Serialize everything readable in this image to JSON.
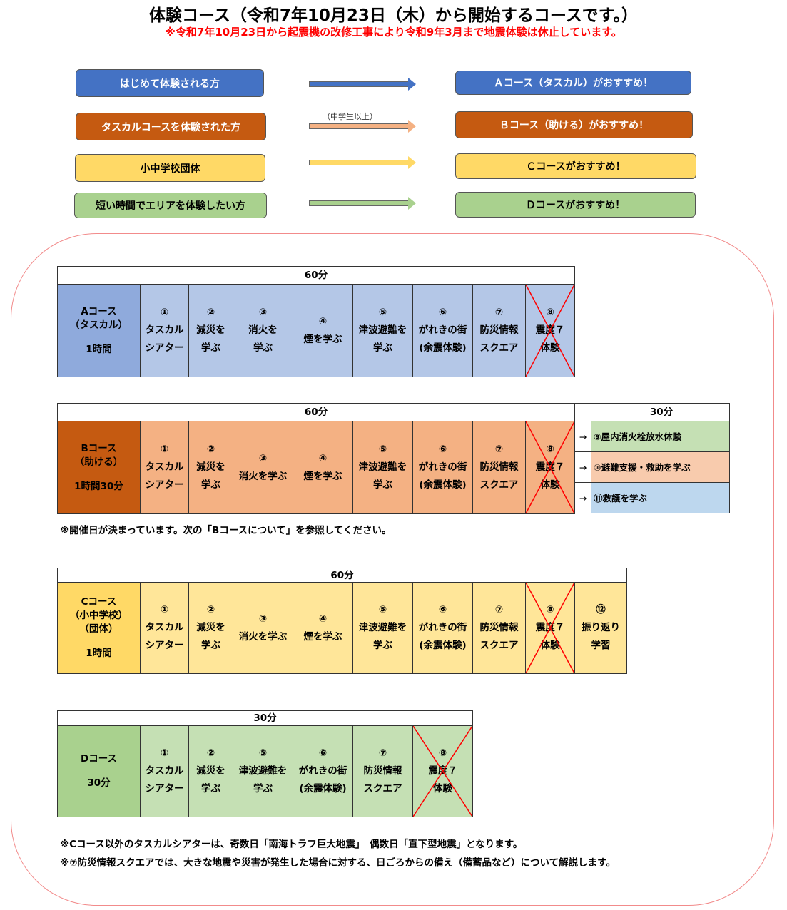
{
  "title": "体験コース（令和7年10月23日（木）から開始するコースです。）",
  "notice": "※令和7年10月23日から起震機の改修工事により令和9年3月まで地震体験は休止しています。",
  "flow": [
    {
      "from": "はじめて体験される方",
      "to": "Ａコース（タスカル）がおすすめ！",
      "note": "",
      "color": "#4472c4",
      "arrow": "#4472c4",
      "text": "#ffffff"
    },
    {
      "from": "タスカルコースを体験された方",
      "to": "Ｂコース（助ける）がおすすめ！",
      "note": "（中学生以上）",
      "color": "#c55a11",
      "arrow": "#f4b183",
      "text": "#ffffff"
    },
    {
      "from": "小中学校団体",
      "to": "Ｃコースがおすすめ！",
      "note": "",
      "color": "#ffd966",
      "arrow": "#ffd966",
      "text": "#000000"
    },
    {
      "from": "短い時間でエリアを体験したい方",
      "to": "Ｄコースがおすすめ！",
      "note": "",
      "color": "#a9d18e",
      "arrow": "#a9d18e",
      "text": "#000000"
    }
  ],
  "courses": [
    {
      "id": "a",
      "duration": "60分",
      "name": [
        "Aコース",
        "（タスカル）",
        "",
        "1時間"
      ],
      "head_color": "#8faadc",
      "cell_color": "#b4c7e7",
      "items": [
        [
          "①",
          "タスカル",
          "シアター"
        ],
        [
          "②",
          "減災を",
          "学ぶ"
        ],
        [
          "③",
          "消火を",
          "学ぶ"
        ],
        [
          "④",
          "煙を学ぶ"
        ],
        [
          "⑤",
          "津波避難を",
          "学ぶ"
        ],
        [
          "⑥",
          "がれきの街",
          "(余震体験)"
        ],
        [
          "⑦",
          "防災情報",
          "スクエア"
        ],
        [
          "⑧",
          "震度７",
          "体験"
        ]
      ],
      "crossed": [
        7
      ]
    },
    {
      "id": "b",
      "duration": "60分",
      "name": [
        "Bコース",
        "（助ける）",
        "",
        "1時間30分"
      ],
      "head_color": "#c55a11",
      "cell_color": "#f4b183",
      "items": [
        [
          "①",
          "タスカル",
          "シアター"
        ],
        [
          "②",
          "減災を",
          "学ぶ"
        ],
        [
          "③",
          "消火を学ぶ"
        ],
        [
          "④",
          "煙を学ぶ"
        ],
        [
          "⑤",
          "津波避難を",
          "学ぶ"
        ],
        [
          "⑥",
          "がれきの街",
          "(余震体験)"
        ],
        [
          "⑦",
          "防災情報",
          "スクエア"
        ],
        [
          "⑧",
          "震度７",
          "体験"
        ]
      ],
      "crossed": [
        7
      ],
      "extra": {
        "duration": "30分",
        "arrow": "→",
        "items": [
          {
            "label": "⑨屋内消火栓放水体験",
            "color": "#c5e0b4"
          },
          {
            "label": "⑩避難支援・救助を学ぶ",
            "color": "#f8cbad"
          },
          {
            "label": "⑪救護を学ぶ",
            "color": "#bdd7ee"
          }
        ]
      },
      "note": "※開催日が決まっています。次の「Bコースについて」を参照してください。"
    },
    {
      "id": "c",
      "duration": "60分",
      "name": [
        "Cコース",
        "（小中学校）",
        "（団体）",
        "",
        "1時間"
      ],
      "head_color": "#ffd966",
      "cell_color": "#ffe699",
      "items": [
        [
          "①",
          "タスカル",
          "シアター"
        ],
        [
          "②",
          "減災を",
          "学ぶ"
        ],
        [
          "③",
          "消火を学ぶ"
        ],
        [
          "④",
          "煙を学ぶ"
        ],
        [
          "⑤",
          "津波避難を",
          "学ぶ"
        ],
        [
          "⑥",
          "がれきの街",
          "(余震体験)"
        ],
        [
          "⑦",
          "防災情報",
          "スクエア"
        ],
        [
          "⑧",
          "震度７",
          "体験"
        ],
        [
          "⑫",
          "振り返り",
          "学習"
        ]
      ],
      "crossed": [
        7
      ]
    },
    {
      "id": "d",
      "duration": "30分",
      "name": [
        "Dコース",
        "",
        "30分"
      ],
      "head_color": "#a9d18e",
      "cell_color": "#c5e0b4",
      "items": [
        [
          "①",
          "タスカル",
          "シアター"
        ],
        [
          "②",
          "減災を",
          "学ぶ"
        ],
        [
          "⑤",
          "津波避難を",
          "学ぶ"
        ],
        [
          "⑥",
          "がれきの街",
          "(余震体験)"
        ],
        [
          "⑦",
          "防災情報",
          "スクエア"
        ],
        [
          "⑧",
          "震度７",
          "体験"
        ]
      ],
      "crossed": [
        5
      ]
    }
  ],
  "footnotes": [
    "※Cコース以外のタスカルシアターは、奇数日「南海トラフ巨大地震」　偶数日「直下型地震」となります。",
    "※⑦防災情報スクエアでは、大きな地震や災害が発生した場合に対する、日ごろからの備え（備蓄品など）について解説します。"
  ]
}
